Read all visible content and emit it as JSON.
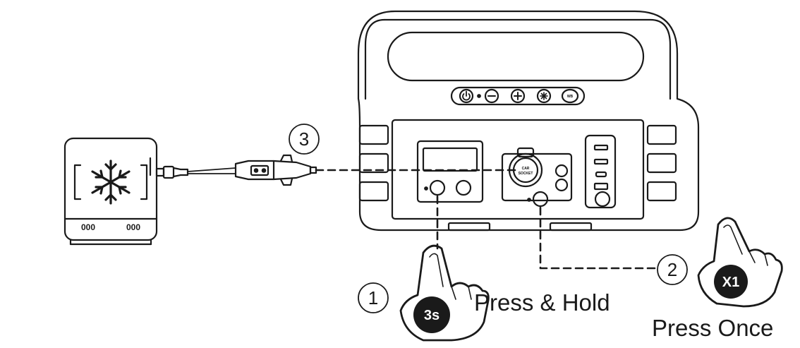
{
  "labels": {
    "press_hold": "Press & Hold",
    "press_once": "Press Once"
  },
  "steps": {
    "one": "1",
    "two": "2",
    "three": "3"
  },
  "badges": {
    "hold_time": "3s",
    "press_count": "X1"
  },
  "panel": {
    "car_socket_line1": "CAR",
    "car_socket_line2": "SOCKET",
    "wb_button": "WB",
    "fridge_display_left": "000",
    "fridge_display_right": "000"
  },
  "icons": {
    "power": "power-icon",
    "minus": "minus-icon",
    "plus": "plus-icon",
    "snowflake": "snowflake-icon",
    "hand": "hand-pointer-icon"
  },
  "colors": {
    "line": "#1a1a1a",
    "badge": "#1a1a1a",
    "background": "#ffffff"
  }
}
